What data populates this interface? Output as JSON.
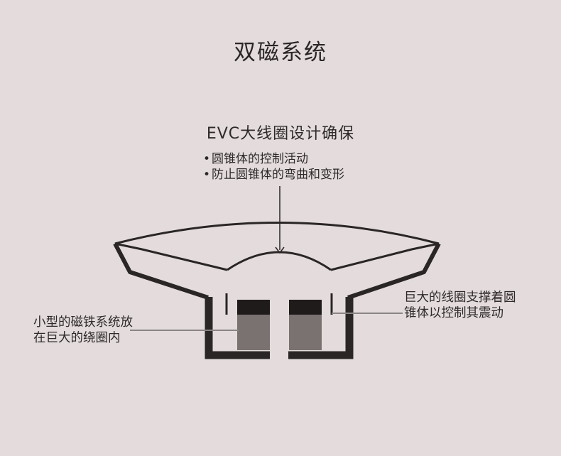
{
  "title": "双磁系统",
  "subtitle": "EVC大线圈设计确保",
  "bullets": [
    "圆锥体的控制活动",
    "防止圆锥体的弯曲和变形"
  ],
  "bullet_symbol": "•",
  "label_left": [
    "小型的磁铁系统放",
    "在巨大的绕圈内"
  ],
  "label_right": [
    "巨大的线圈支撑着圆",
    "锥体以控制其震动"
  ],
  "colors": {
    "background": "#e4dcdc",
    "outline": "#2a2626",
    "magnet": "#7a7171",
    "leader_line": "#8a8484"
  }
}
